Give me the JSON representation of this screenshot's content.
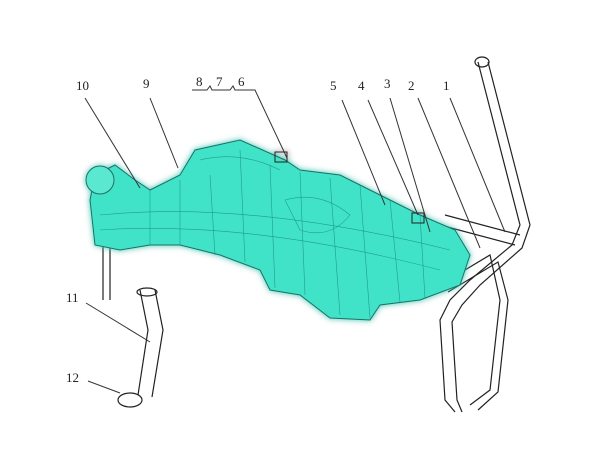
{
  "diagram": {
    "callouts": [
      {
        "id": "1",
        "label": "1"
      },
      {
        "id": "2",
        "label": "2"
      },
      {
        "id": "3",
        "label": "3"
      },
      {
        "id": "4",
        "label": "4"
      },
      {
        "id": "5",
        "label": "5"
      },
      {
        "id": "6",
        "label": "6"
      },
      {
        "id": "7",
        "label": "7"
      },
      {
        "id": "8",
        "label": "8"
      },
      {
        "id": "9",
        "label": "9"
      },
      {
        "id": "10",
        "label": "10"
      },
      {
        "id": "11",
        "label": "11"
      },
      {
        "id": "12",
        "label": "12"
      }
    ],
    "colors": {
      "tank": "#3fe3c8",
      "tank_glow": "#8ff5e3",
      "line": "#222222"
    }
  }
}
